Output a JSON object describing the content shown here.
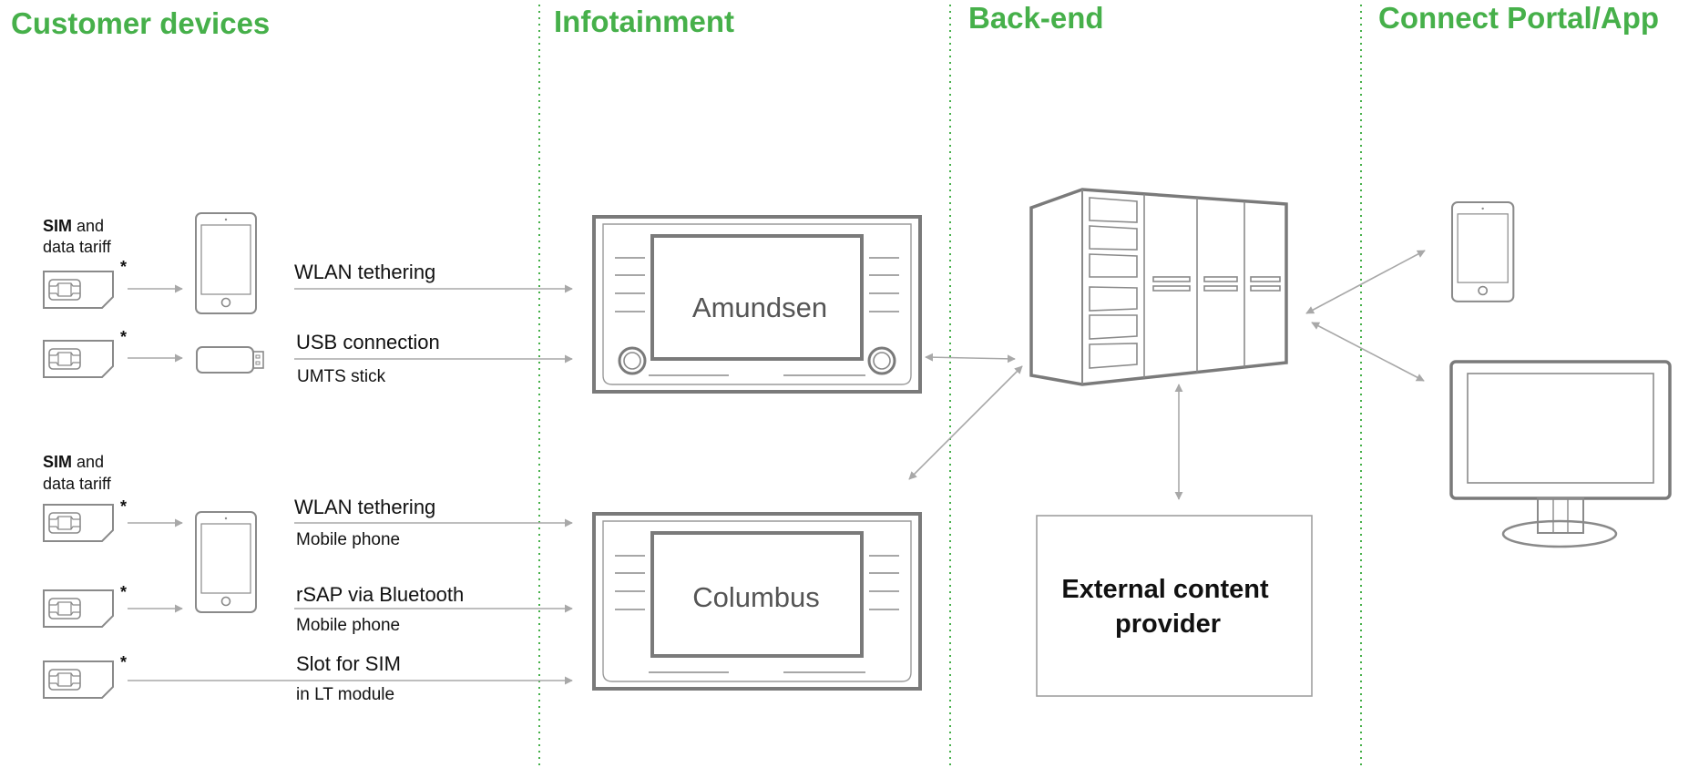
{
  "columns": {
    "customer_devices": "Customer devices",
    "infotainment": "Infotainment",
    "back_end": "Back-end",
    "connect_portal": "Connect Portal/App"
  },
  "sim_labels": {
    "sim_bold": "SIM",
    "and": " and",
    "data_tariff": "data tariff",
    "asterisk": "*"
  },
  "connections": {
    "wlan_1": "WLAN tethering",
    "usb": "USB connection",
    "umts": "UMTS stick",
    "wlan_2": "WLAN tethering",
    "mobile_phone_1": "Mobile phone",
    "rsap": "rSAP via Bluetooth",
    "mobile_phone_2": "Mobile phone",
    "slot": "Slot for SIM",
    "lt_module": "in LT module"
  },
  "units": {
    "amundsen": "Amundsen",
    "columbus": "Columbus"
  },
  "external": {
    "line1": "External content",
    "line2": "provider"
  },
  "colors": {
    "heading_green": "#46b04a",
    "device_gray": "#8a8a8a",
    "arrow_gray": "#a8a8a8"
  }
}
